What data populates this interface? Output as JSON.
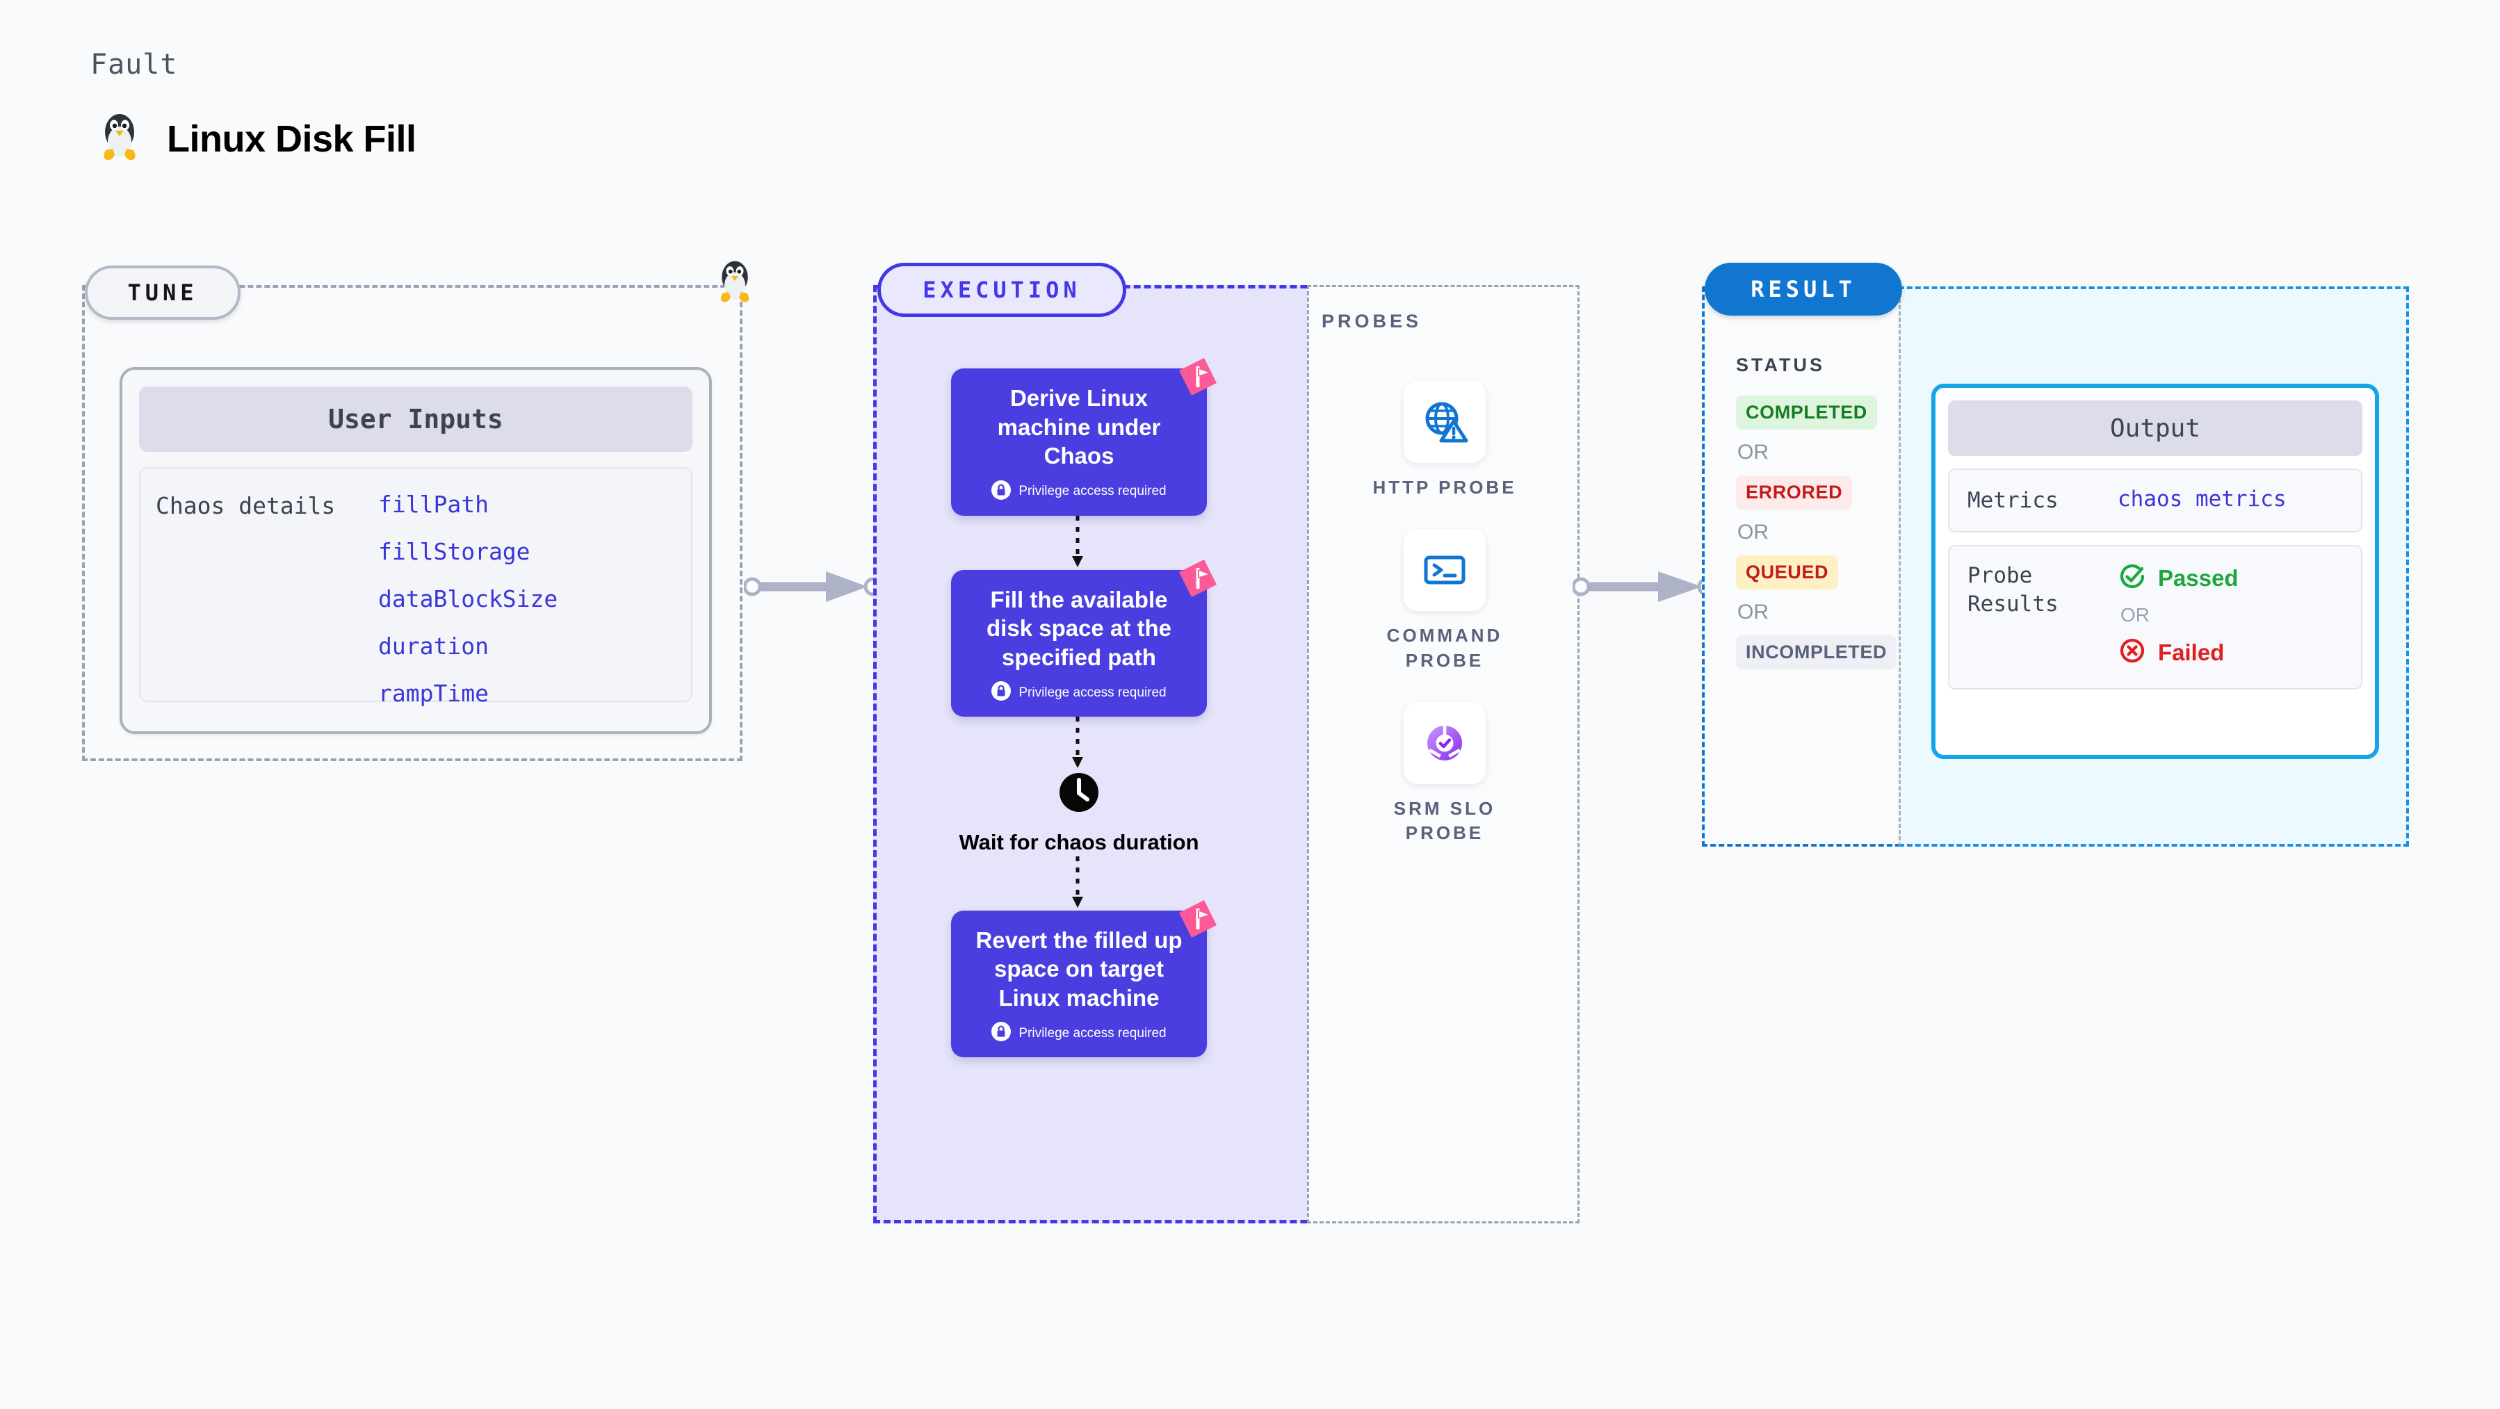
{
  "header": {
    "eyebrow": "Fault",
    "title": "Linux Disk Fill",
    "icon": "linux-penguin-icon"
  },
  "tune": {
    "badge": "TUNE",
    "card_title": "User Inputs",
    "rows": [
      {
        "key": "Chaos details",
        "values": [
          "fillPath",
          "fillStorage",
          "dataBlockSize",
          "duration",
          "rampTime"
        ]
      }
    ],
    "edge_icon": "linux-penguin-icon"
  },
  "execution": {
    "badge": "EXECUTION",
    "steps": [
      {
        "title": "Derive Linux machine under Chaos",
        "privilege": "Privilege access required",
        "flag": "fault-flag-icon"
      },
      {
        "title": "Fill the available disk space at the specified path",
        "privilege": "Privilege access required",
        "flag": "fault-flag-icon"
      }
    ],
    "wait": {
      "icon": "clock-icon",
      "label": "Wait for chaos duration"
    },
    "final_step": {
      "title": "Revert the filled up space on target Linux machine",
      "privilege": "Privilege access required",
      "flag": "fault-flag-icon"
    }
  },
  "probes": {
    "label": "PROBES",
    "items": [
      {
        "name": "HTTP PROBE",
        "icon": "globe-warning-icon"
      },
      {
        "name": "COMMAND\nPROBE",
        "icon": "terminal-icon"
      },
      {
        "name": "SRM SLO\nPROBE",
        "icon": "slo-donut-check-icon"
      }
    ]
  },
  "result": {
    "badge": "RESULT",
    "status_label": "STATUS",
    "or_label": "OR",
    "statuses": [
      {
        "label": "COMPLETED",
        "color": "#167c21",
        "bg": "#dcf5dc"
      },
      {
        "label": "ERRORED",
        "color": "#c31b1b",
        "bg": "#fdeaea"
      },
      {
        "label": "QUEUED",
        "color": "#c31b1b",
        "bg": "#fdf0c4"
      },
      {
        "label": "INCOMPLETED",
        "color": "#59627a",
        "bg": "#eef0f5"
      }
    ],
    "output": {
      "title": "Output",
      "metrics_key": "Metrics",
      "metrics_value": "chaos metrics",
      "probe_results_key": "Probe\nResults",
      "passed": "Passed",
      "failed": "Failed",
      "or_label": "OR",
      "passed_icon": "check-circle-icon",
      "failed_icon": "x-circle-icon"
    }
  },
  "connectors": {
    "tune_to_execution": "arrow-right",
    "probes_to_result": "arrow-right"
  },
  "colors": {
    "accent_purple": "#4a3ee0",
    "accent_blue": "#1076d0",
    "flag_pink": "#fb5a96",
    "probe_blue": "#1176d1",
    "slo_purple": "#9a43f0"
  }
}
